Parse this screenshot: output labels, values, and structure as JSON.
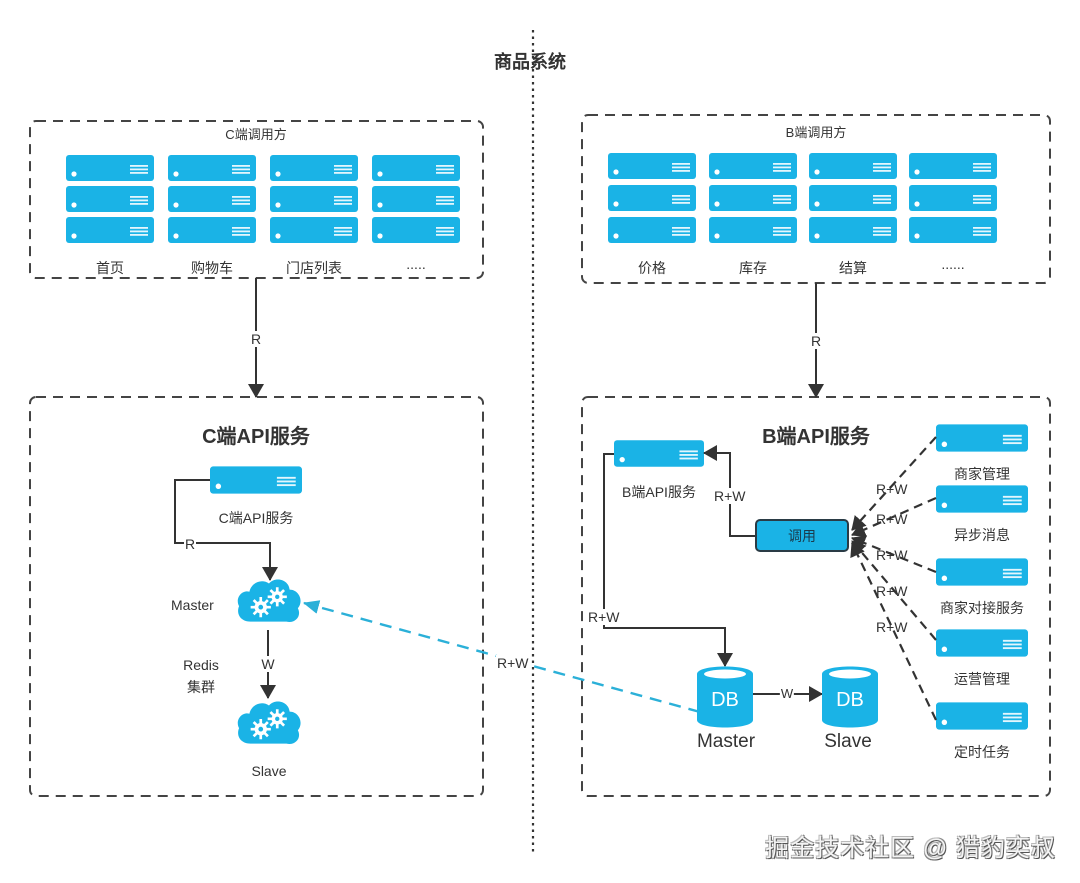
{
  "title": "商品系统",
  "colors": {
    "accent": "#1ab3e6",
    "line": "#333333",
    "dashed_link": "#2bb0d8",
    "border": "#444444"
  },
  "c_callers": {
    "title": "C端调用方",
    "items": [
      "首页",
      "购物车",
      "门店列表",
      "....."
    ]
  },
  "b_callers": {
    "title": "B端调用方",
    "items": [
      "价格",
      "库存",
      "结算",
      "......"
    ]
  },
  "c_api": {
    "title": "C端API服务",
    "server_label": "C端API服务",
    "redis_master": "Master",
    "redis_slave": "Slave",
    "redis_cluster_line1": "Redis",
    "redis_cluster_line2": "集群",
    "edge_r": "R",
    "edge_w": "W"
  },
  "b_api": {
    "title": "B端API服务",
    "server_label": "B端API服务",
    "call_button": "调用",
    "db_master": "Master",
    "db_slave": "Slave",
    "db_icon_text": "DB",
    "edge_rw_call": "R+W",
    "edge_rw_db": "R+W",
    "edge_w": "W",
    "clients": [
      {
        "label": "商家管理",
        "edge": "R+W"
      },
      {
        "label": "异步消息",
        "edge": "R+W"
      },
      {
        "label": "商家对接服务",
        "edge": "R+W"
      },
      {
        "label": "运营管理",
        "edge": "R+W"
      },
      {
        "label": "定时任务",
        "edge": "R+W"
      }
    ]
  },
  "links": {
    "c_read": "R",
    "b_read": "R",
    "cross_rw": "R+W"
  },
  "watermark": "掘金技术社区 @ 猎豹奕叔"
}
